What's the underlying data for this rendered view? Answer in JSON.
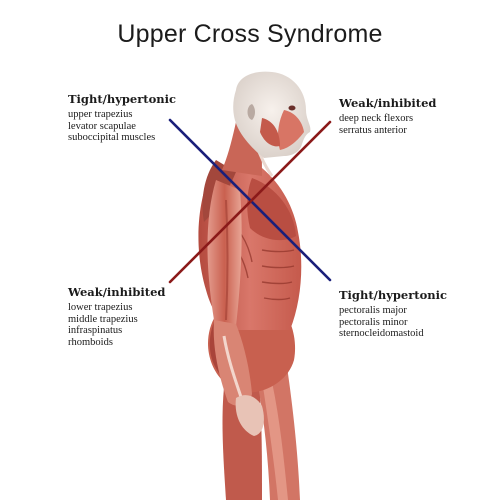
{
  "title": "Upper Cross Syndrome",
  "colors": {
    "tight_line": "#1a1f7a",
    "weak_line": "#8b1a1a",
    "muscle_dark": "#a8433a",
    "muscle_mid": "#cf6a5a",
    "muscle_light": "#f2b5a6",
    "bone": "#efe9e4"
  },
  "labels": {
    "top_left": {
      "heading": "Tight/hypertonic",
      "items": [
        "upper trapezius",
        "levator scapulae",
        "suboccipital muscles"
      ]
    },
    "top_right": {
      "heading": "Weak/inhibited",
      "items": [
        "deep neck flexors",
        "serratus anterior"
      ]
    },
    "bottom_left": {
      "heading": "Weak/inhibited",
      "items": [
        "lower trapezius",
        "middle trapezius",
        "infraspinatus",
        "rhomboids"
      ]
    },
    "bottom_right": {
      "heading": "Tight/hypertonic",
      "items": [
        "pectoralis major",
        "pectoralis minor",
        "sternocleidomastoid"
      ]
    }
  }
}
